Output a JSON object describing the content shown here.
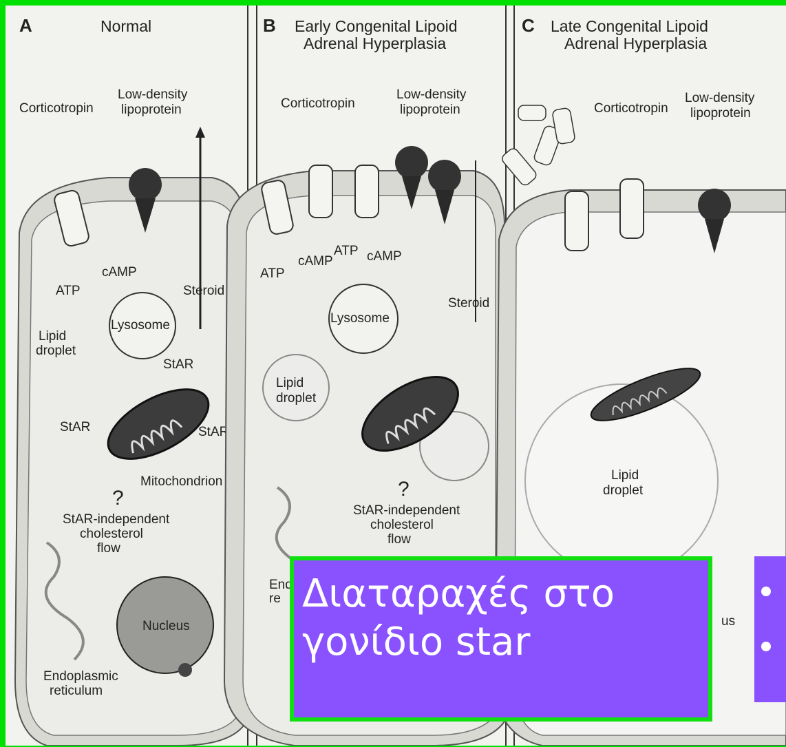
{
  "panels": [
    {
      "letter": "A",
      "title_lines": [
        "Normal"
      ],
      "labels": {
        "corticotropin": "Corticotropin",
        "ldl": [
          "Low-density",
          "lipoprotein"
        ],
        "camp": "cAMP",
        "atp": "ATP",
        "steroid": "Steroid",
        "lysosome": "Lysosome",
        "lipid": [
          "Lipid",
          "droplet"
        ],
        "star": "StAR",
        "mitochondrion": "Mitochondrion",
        "question": "?",
        "star_independent": [
          "StAR-independent",
          "cholesterol",
          "flow"
        ],
        "nucleus": "Nucleus",
        "er": [
          "Endoplasmic",
          "reticulum"
        ]
      }
    },
    {
      "letter": "B",
      "title_lines": [
        "Early Congenital Lipoid",
        "Adrenal Hyperplasia"
      ],
      "labels": {
        "corticotropin": "Corticotropin",
        "ldl": [
          "Low-density",
          "lipoprotein"
        ],
        "atp": "ATP",
        "camp": "cAMP",
        "steroid": "Steroid",
        "lysosome": "Lysosome",
        "lipid": [
          "Lipid",
          "droplet"
        ],
        "question": "?",
        "star_independent": [
          "StAR-independent",
          "cholesterol",
          "flow"
        ],
        "er_partial": [
          "End",
          "re"
        ]
      }
    },
    {
      "letter": "C",
      "title_lines": [
        "Late Congenital Lipoid",
        "Adrenal Hyperplasia"
      ],
      "labels": {
        "corticotropin": "Corticotropin",
        "ldl": [
          "Low-density",
          "lipoprotein"
        ],
        "lipid": [
          "Lipid",
          "droplet"
        ],
        "nucleus_partial": "us"
      }
    }
  ],
  "caption": {
    "lines": [
      "Διαταραχές στο",
      "γονίδιο star"
    ]
  },
  "bullets": [
    "•",
    "•"
  ],
  "colors": {
    "frame": "#00e000",
    "caption_bg": "#8a52ff",
    "caption_border": "#10e010",
    "caption_text": "#ffffff"
  }
}
